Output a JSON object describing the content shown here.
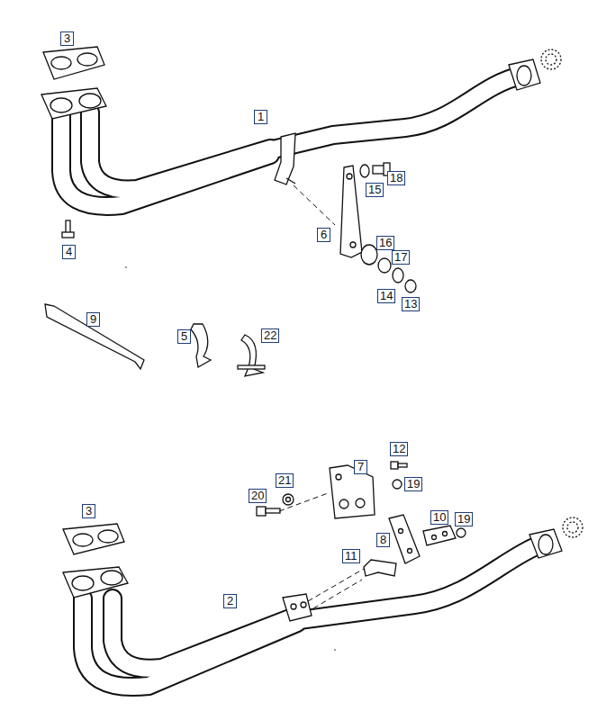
{
  "diagram": {
    "labels": [
      "3",
      "1",
      "18",
      "15",
      "6",
      "16",
      "17",
      "4",
      "14",
      "13",
      "9",
      "5",
      "22",
      "12",
      "7",
      "21",
      "20",
      "19",
      "3",
      "10",
      "19",
      "8",
      "11",
      "2"
    ]
  }
}
